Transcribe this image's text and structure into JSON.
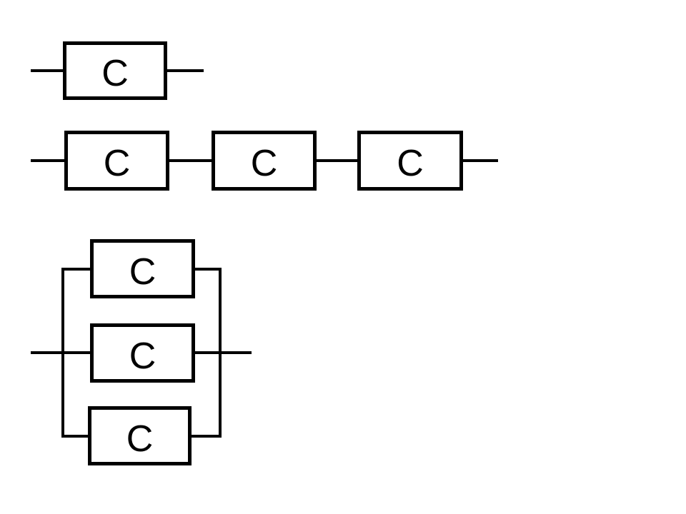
{
  "colors": {
    "stroke": "#000000",
    "background": "#ffffff"
  },
  "diagram": {
    "kind": "circuit-diagram",
    "rows": [
      {
        "name": "single-component",
        "arrangement": "series",
        "components": [
          {
            "label": "C"
          }
        ]
      },
      {
        "name": "three-in-series",
        "arrangement": "series",
        "components": [
          {
            "label": "C"
          },
          {
            "label": "C"
          },
          {
            "label": "C"
          }
        ]
      },
      {
        "name": "three-in-parallel",
        "arrangement": "parallel",
        "components": [
          {
            "label": "C"
          },
          {
            "label": "C"
          },
          {
            "label": "C"
          }
        ]
      }
    ]
  }
}
